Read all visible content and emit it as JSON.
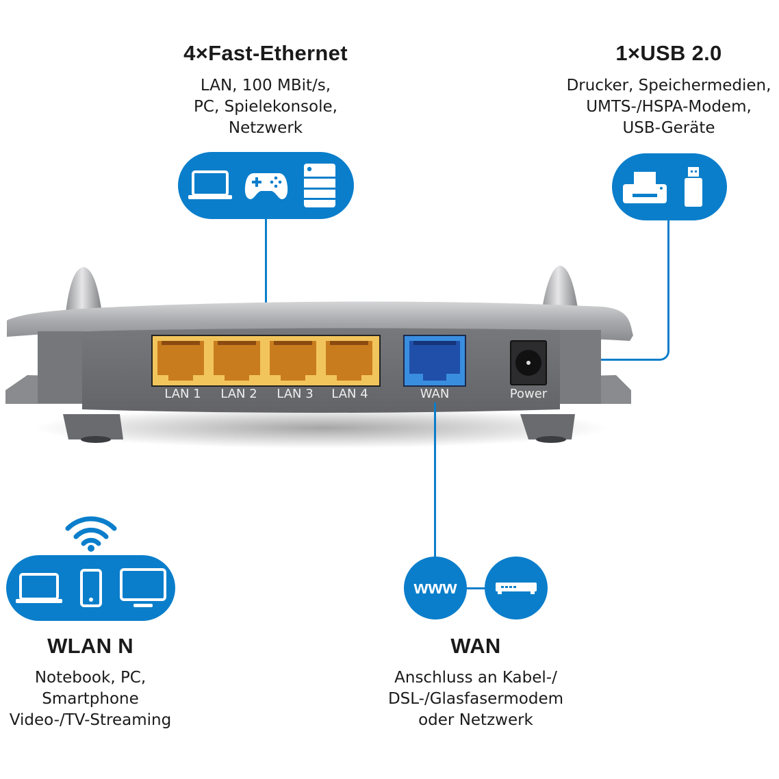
{
  "lan_section": {
    "title": "4×Fast-Ethernet",
    "lines": [
      "LAN, 100 MBit/s,",
      "PC, Spielekonsole,",
      "Netzwerk"
    ],
    "icons": [
      "laptop-icon",
      "gamepad-icon",
      "server-icon"
    ]
  },
  "usb_section": {
    "title": "1×USB 2.0",
    "lines": [
      "Drucker, Speichermedien,",
      "UMTS-/HSPA-Modem,",
      "USB-Geräte"
    ],
    "icons": [
      "printer-icon",
      "usb-stick-icon"
    ]
  },
  "wlan_section": {
    "title": "WLAN N",
    "lines": [
      "Notebook, PC,",
      "Smartphone",
      "Video-/TV-Streaming"
    ],
    "icons": [
      "wifi-icon",
      "laptop-icon",
      "smartphone-icon",
      "monitor-icon"
    ]
  },
  "wan_section": {
    "title": "WAN",
    "lines": [
      "Anschluss an Kabel-/",
      "DSL-/Glasfasermodem",
      "oder Netzwerk"
    ],
    "icons": [
      "www-icon",
      "modem-icon"
    ],
    "www_text": "www"
  },
  "router": {
    "ports": [
      {
        "label": "LAN 1",
        "type": "lan"
      },
      {
        "label": "LAN 2",
        "type": "lan"
      },
      {
        "label": "LAN 3",
        "type": "lan"
      },
      {
        "label": "LAN 4",
        "type": "lan"
      },
      {
        "label": "WAN",
        "type": "wan"
      },
      {
        "label": "Power",
        "type": "power"
      }
    ]
  },
  "colors": {
    "accent_blue": "#0a7ecb",
    "lan_port": "#f2c55c",
    "wan_port": "#2a7fd4",
    "router_body": "#6e6f73",
    "router_top": "#b9babc",
    "router_accent_red": "#c9232c"
  }
}
